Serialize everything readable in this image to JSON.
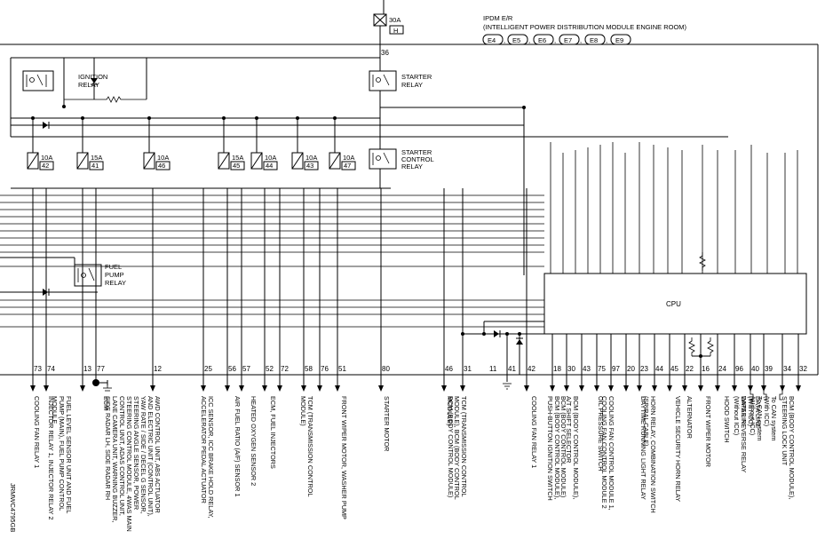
{
  "header": {
    "module_line1": "IPDM E/R",
    "module_line2": "(INTELLIGENT POWER DISTRIBUTION MODULE ENGINE ROOM)",
    "connectors": [
      "E4",
      "E5",
      "E6",
      "E7",
      "E8",
      "E9"
    ],
    "main_fuse_amp": "30A",
    "main_fuse_no": "H",
    "main_fuse_pin": "36"
  },
  "relays": {
    "ignition": [
      "IGNITION",
      "RELAY"
    ],
    "starter": [
      "STARTER",
      "RELAY"
    ],
    "starter_control": [
      "STARTER",
      "CONTROL",
      "RELAY"
    ],
    "fuel_pump": [
      "FUEL",
      "PUMP",
      "RELAY"
    ]
  },
  "fuses": [
    {
      "amp": "10A",
      "no": "42"
    },
    {
      "amp": "15A",
      "no": "41"
    },
    {
      "amp": "10A",
      "no": "46"
    },
    {
      "amp": "15A",
      "no": "45"
    },
    {
      "amp": "10A",
      "no": "44"
    },
    {
      "amp": "10A",
      "no": "43"
    },
    {
      "amp": "10A",
      "no": "47"
    }
  ],
  "cpu_label": "CPU",
  "pins": [
    "73",
    "74",
    "13",
    "77",
    "12",
    "25",
    "56",
    "57",
    "52",
    "72",
    "58",
    "76",
    "51",
    "80",
    "46",
    "31",
    "11",
    "41",
    "42",
    "18",
    "30",
    "43",
    "75",
    "97",
    "20",
    "23",
    "44",
    "45",
    "22",
    "16",
    "24",
    "96",
    "40",
    "39",
    "34",
    "32"
  ],
  "outputs": [
    {
      "lines": [
        "COOLING FAN RELAY 1"
      ]
    },
    {
      "lines": [
        "INJECTOR RELAY 1, INJECTOR RELAY 2"
      ]
    },
    {
      "lines": [
        "FUEL LEVEL SENSOR UNIT AND FUEL",
        "PUMP (MAIN), FUEL PUMP CONTROL",
        "MODULE"
      ]
    },
    {
      "lines": [
        "ECM"
      ]
    },
    {
      "lines": [
        "AWD CONTROL UNIT, ABS ACTUATOR",
        "AND ELECTRIC UNIT (CONTROL UNIT),",
        "YAW RATE / SIDE / DECEL G SENSOR,",
        "STEERING ANGLE SENSOR, POWER",
        "STEERING CONTROL MODULE, 4WAS MAIN",
        "CONTROL UNIT, ADAS CONTROL UNIT,",
        "LANE CAMERA UNIT, WARNING BUZZER,",
        "SIDE RADAR LH, SIDE RADAR RH"
      ]
    },
    {
      "lines": [
        "ICC SENSOR, ICC BRAKE HOLD RELAY,",
        "ACCELERATOR PEDAL ACTUATOR"
      ]
    },
    {
      "lines": [
        "AIR FUEL RATIO (A/F) SENSOR 1"
      ]
    },
    {
      "lines": [
        "HEATED OXYGEN SENSOR 2"
      ]
    },
    {
      "lines": [
        "ECM, FUEL INJECTORS"
      ]
    },
    {
      "lines": [
        "TCM (TRANSMISSION CONTROL",
        "MODULE)"
      ]
    },
    {
      "lines": [
        "FRONT WIPER MOTOR, WASHER PUMP"
      ]
    },
    {
      "lines": [
        "STARTER MOTOR"
      ]
    },
    {
      "lines": [
        "BCM (BODY CONTROL MODULE)"
      ]
    },
    {
      "lines": [
        "TCM (TRANSMISSION CONTROL",
        "MODULE), BCM (BODY CONTROL",
        "MODULE)"
      ]
    },
    {
      "lines": [
        "COOLING FAN RELAY 1"
      ]
    },
    {
      "lines": [
        "BCM (BODY CONTROL MODULE),",
        "PUSH-BUTTON IGNITION SWITCH"
      ]
    },
    {
      "lines": [
        "BCM (BODY CONTROL MODULE)"
      ]
    },
    {
      "lines": [
        "BCM (BODY CONTROL MODULE),",
        "A/T SHIFT SELECTOR"
      ]
    },
    {
      "lines": [
        "OIL PRESSURE SWITCH"
      ]
    },
    {
      "lines": [
        "COOLING FAN CONTROL MODULE 1,",
        "COOLING FAN CONTROL MODULE 2"
      ]
    },
    {
      "lines": [
        "DAYTIME RUNNING LIGHT RELAY"
      ]
    },
    {
      "lines": [
        "HORN RELAY, COMBINATION SWITCH",
        "(SPIRAL CABLE)"
      ]
    },
    {
      "lines": [
        "VEHICLE SECURITY HORN RELAY"
      ]
    },
    {
      "lines": [
        "ALTERNATOR"
      ]
    },
    {
      "lines": [
        "FRONT WIPER MOTOR"
      ]
    },
    {
      "lines": [
        "HOOD SWITCH"
      ]
    },
    {
      "lines": [
        "WIPER REVERSE RELAY"
      ]
    },
    {
      "lines": [
        "DATA LINE",
        "(With ICC)",
        "DATA LINE",
        "(Without ICC)"
      ]
    },
    {
      "lines": [
        "To CAN system",
        "(With ICC)",
        "To CAN system",
        "(Without ICC)"
      ]
    },
    {
      "lines": [
        "BCM (BODY CONTROL MODULE),",
        "STEERING LOCK UNIT"
      ]
    }
  ],
  "reference": "JRMWC4795GB"
}
